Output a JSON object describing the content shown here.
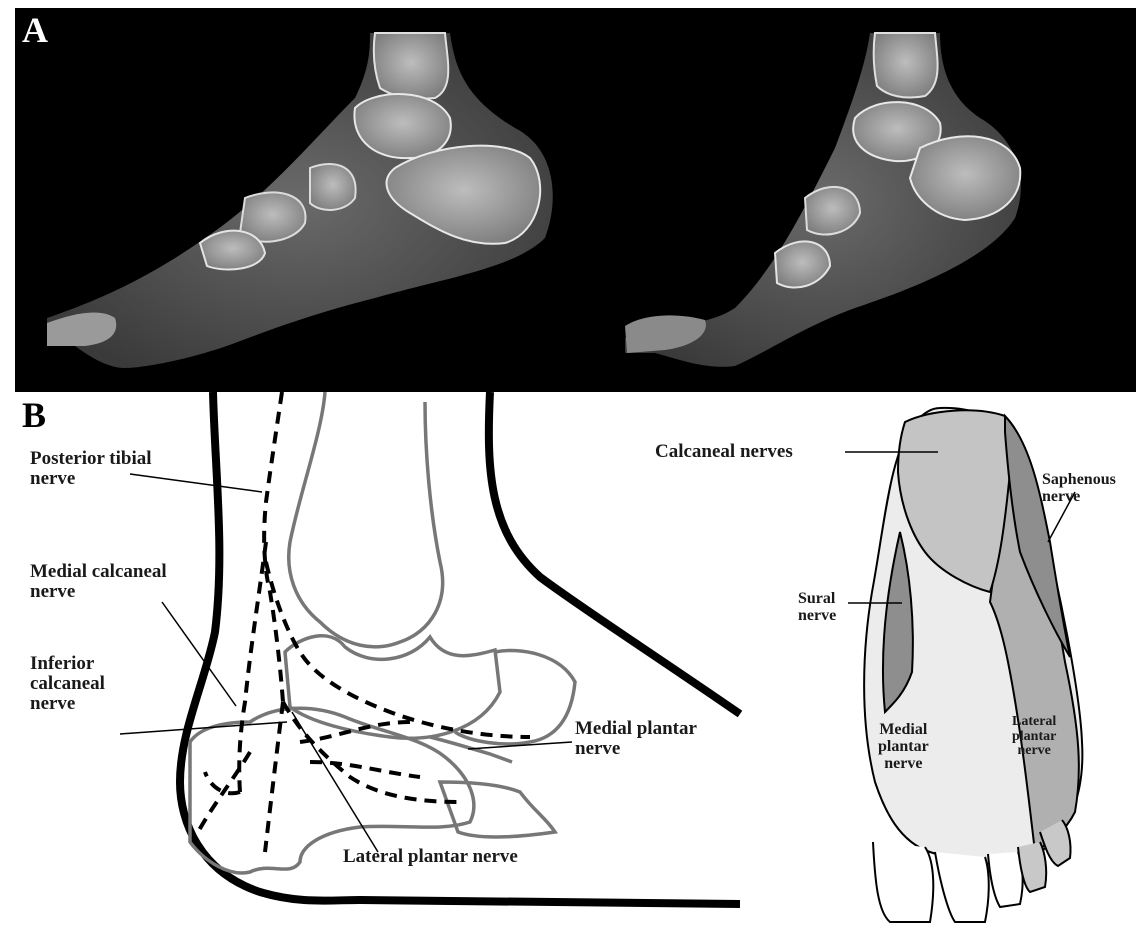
{
  "panels": {
    "a_letter": "A",
    "b_letter": "B"
  },
  "labels": {
    "posterior_tibial": "Posterior tibial\nnerve",
    "medial_calcaneal": "Medial calcaneal\nnerve",
    "inferior_calcaneal": "Inferior\ncalcaneal\nnerve",
    "medial_plantar": "Medial plantar\nnerve",
    "lateral_plantar": "Lateral plantar nerve",
    "calcaneal_nerves": "Calcaneal nerves",
    "saphenous": "Saphenous\nnerve",
    "sural": "Sural\nnerve",
    "sole_medial_plantar": "Medial\nplantar\nnerve",
    "sole_lateral_plantar": "Lateral\nplantar\nnerve"
  },
  "colors": {
    "ct_background": "#000000",
    "bone": "#d8d8d8",
    "calcaneal_region": "#c4c4c4",
    "saphenous_sural_region": "#8e8e8e",
    "lateral_plantar_region": "#b0b0b0",
    "medial_plantar_region": "#ececec",
    "bone_outline": "#7a7a7a"
  }
}
